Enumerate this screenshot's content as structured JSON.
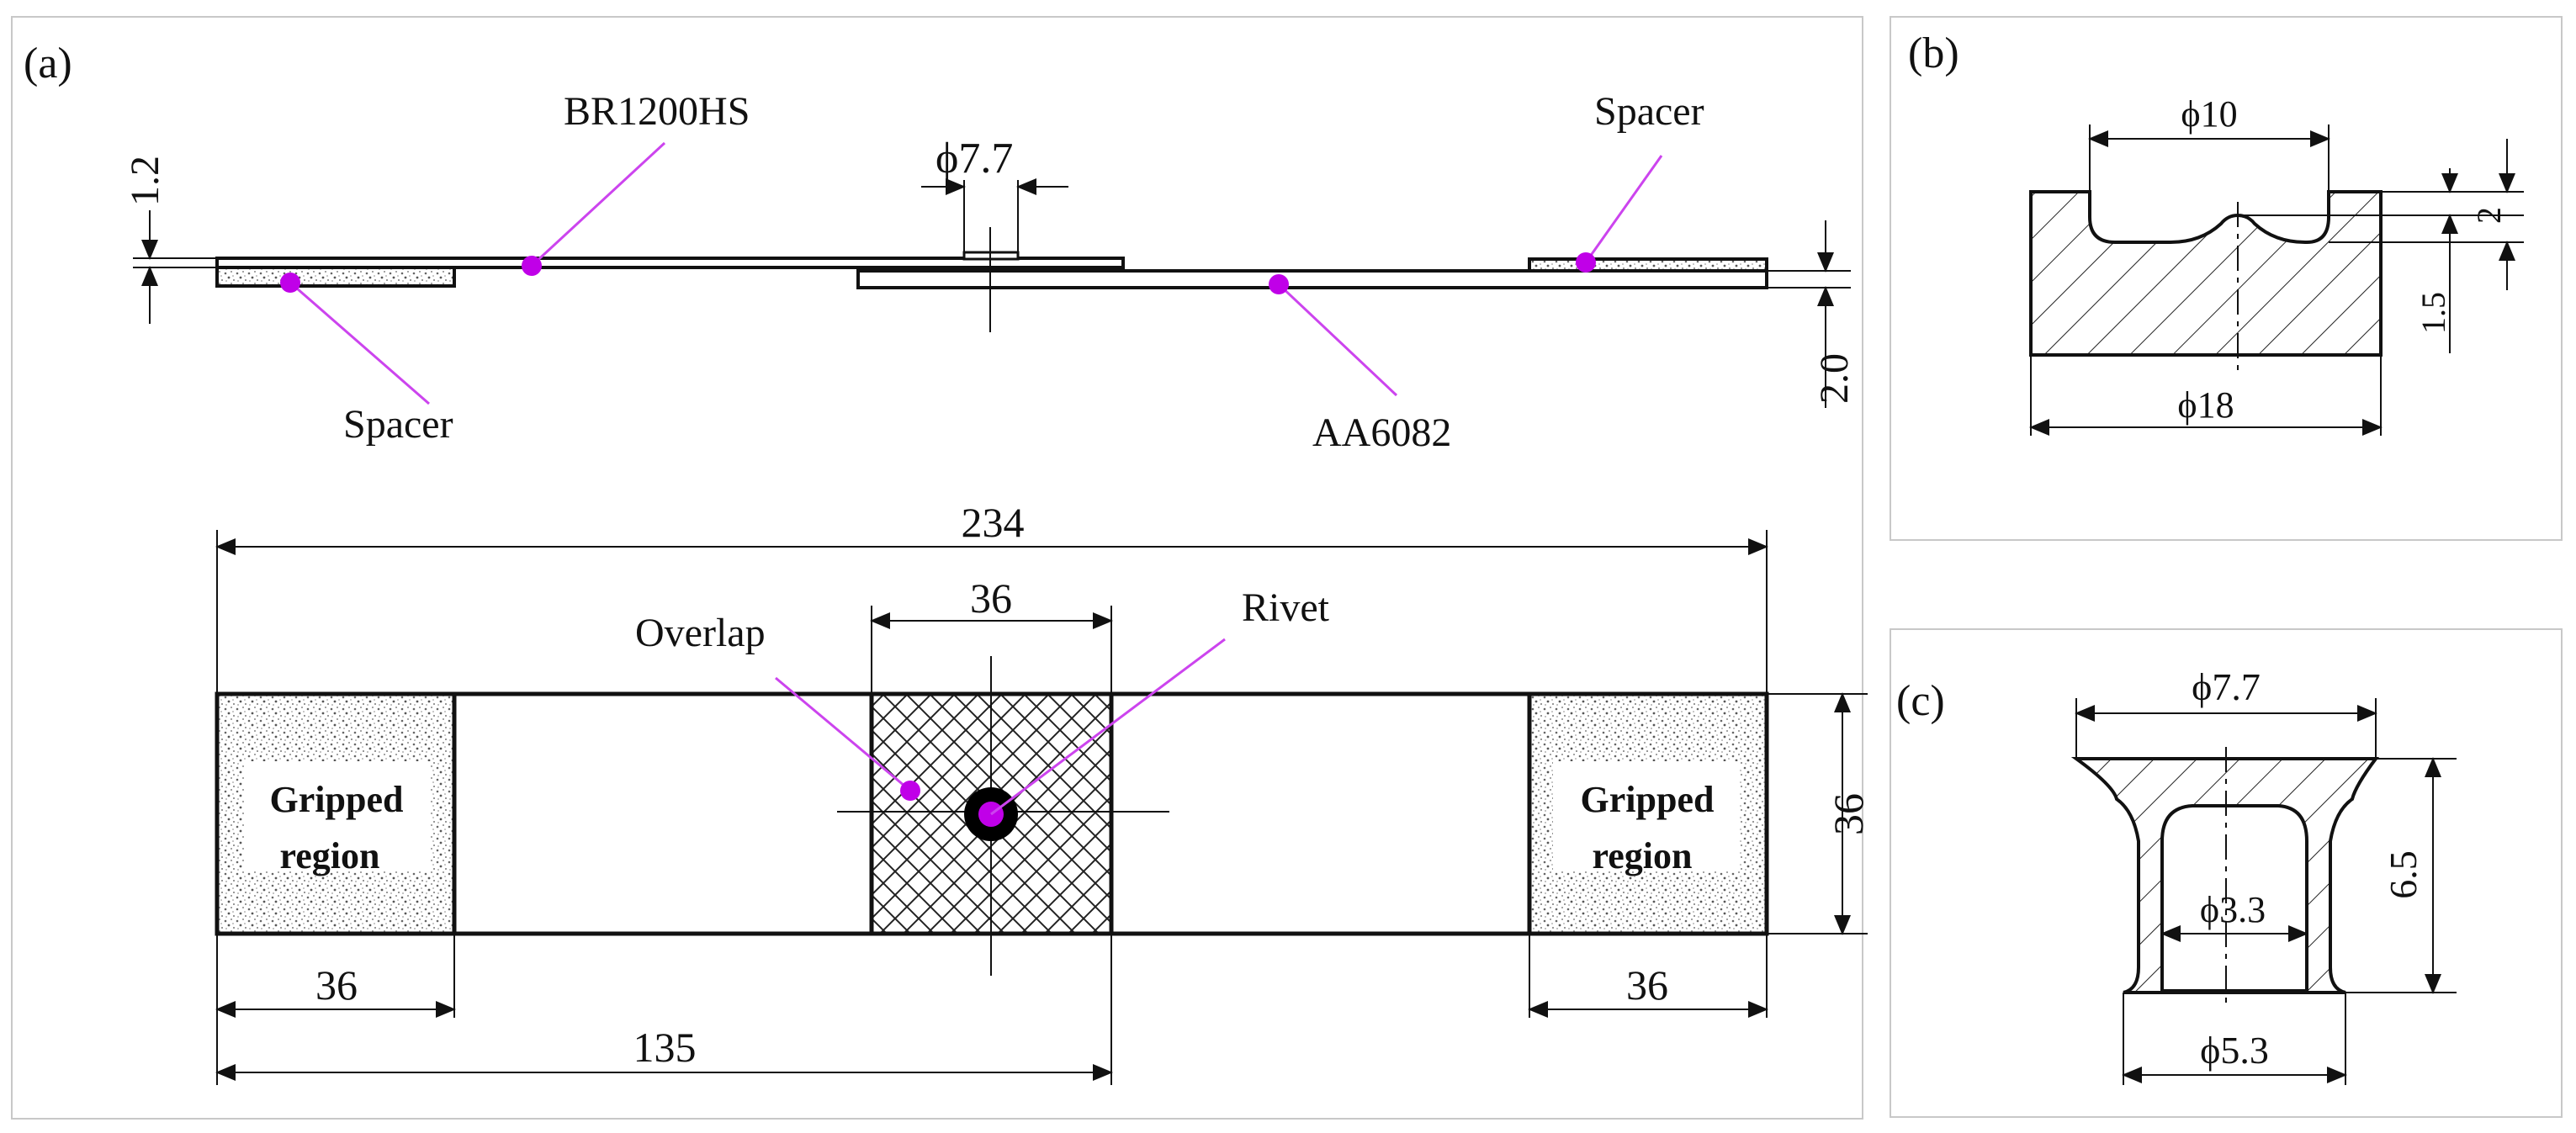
{
  "panels": {
    "a": {
      "tag": "(a)",
      "side_view": {
        "labels": {
          "top_sheet": "BR1200HS",
          "bottom_sheet": "AA6082",
          "spacer_left": "Spacer",
          "spacer_right": "Spacer"
        },
        "dims": {
          "top_thickness": "1.2",
          "bottom_thickness": "2.0",
          "rivet_head": "ϕ7.7"
        }
      },
      "top_view": {
        "labels": {
          "overlap": "Overlap",
          "rivet": "Rivet",
          "grip_left_1": "Gripped",
          "grip_left_2": "region",
          "grip_right_1": "Gripped",
          "grip_right_2": "region"
        },
        "dims": {
          "total_length": "234",
          "overlap_length": "36",
          "width": "36",
          "grip_left": "36",
          "grip_right": "36",
          "to_overlap_end": "135"
        }
      }
    },
    "b": {
      "tag": "(b)",
      "dims": {
        "cavity_diameter": "ϕ10",
        "die_diameter": "ϕ18",
        "cavity_depth": "2",
        "pip_height": "1.5"
      }
    },
    "c": {
      "tag": "(c)",
      "dims": {
        "head_diameter": "ϕ7.7",
        "bore_diameter": "ϕ3.3",
        "shank_diameter": "ϕ5.3",
        "length": "6.5"
      }
    }
  },
  "colors": {
    "marker": "#c000e8",
    "leader": "#cc44ee",
    "ink": "#111111",
    "frame": "#c8c8c8"
  }
}
